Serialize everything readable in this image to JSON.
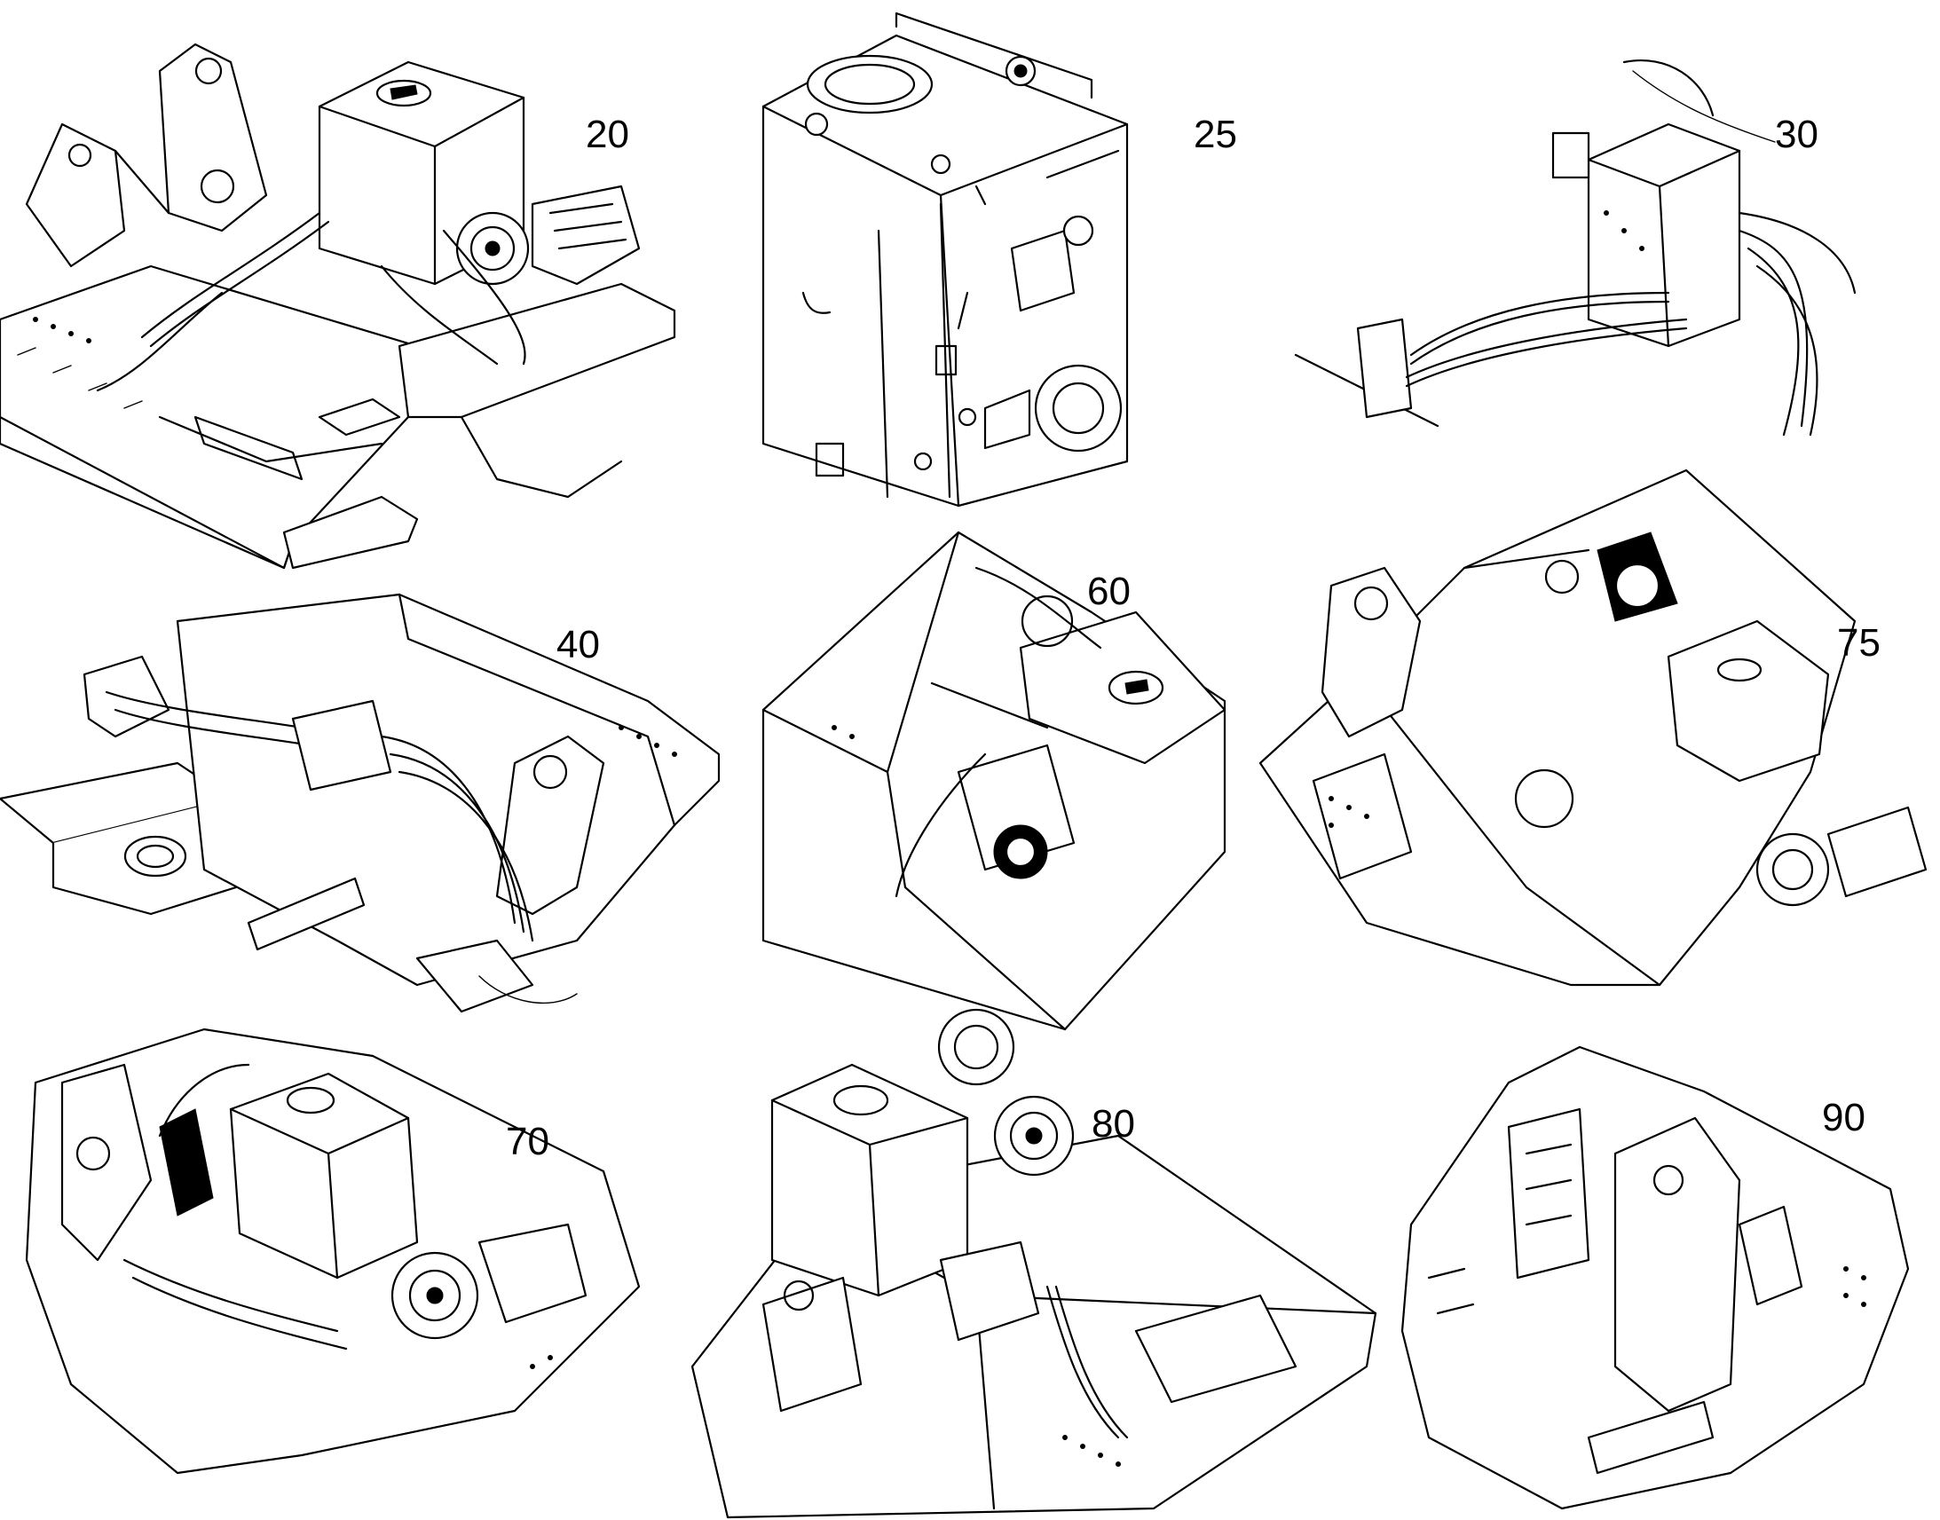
{
  "figure": {
    "views": [
      {
        "id": "v20",
        "callout": "20"
      },
      {
        "id": "v25",
        "callout": "25"
      },
      {
        "id": "v30",
        "callout": "30"
      },
      {
        "id": "v40",
        "callout": "40"
      },
      {
        "id": "v60",
        "callout": "60"
      },
      {
        "id": "v75",
        "callout": "75"
      },
      {
        "id": "v70",
        "callout": "70"
      },
      {
        "id": "v80",
        "callout": "80"
      },
      {
        "id": "v90",
        "callout": "90"
      }
    ]
  },
  "colors": {
    "ink": "#000000",
    "paper": "#ffffff"
  }
}
